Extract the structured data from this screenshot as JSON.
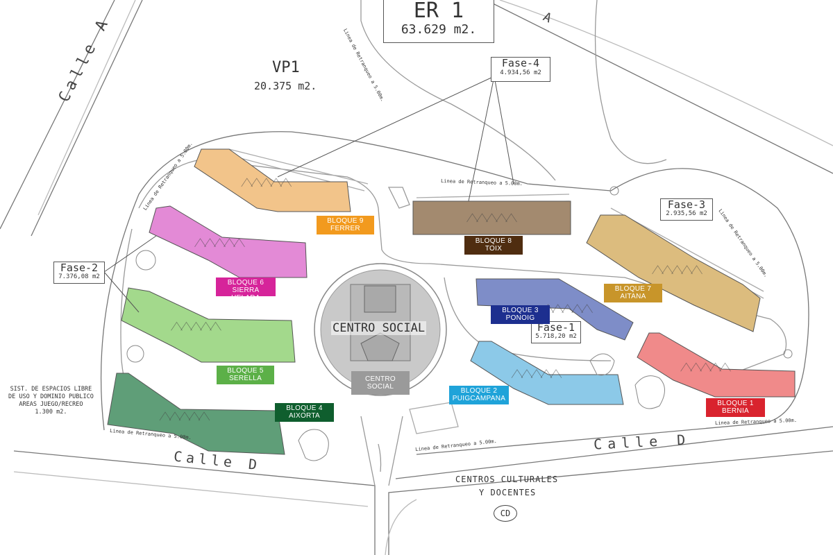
{
  "plots": {
    "er1": {
      "name": "ER 1",
      "area": "63.629 m2."
    },
    "vp1": {
      "name": "VP1",
      "area": "20.375 m2."
    },
    "cd": {
      "line1": "CENTROS CULTURALES",
      "line2": "Y DOCENTES",
      "badge": "CD"
    },
    "espacios": {
      "line1": "SIST. DE ESPACIOS LIBRE",
      "line2": "DE USO Y DOMINIO PUBLICO",
      "line3": "AREAS JUEGO/RECREO",
      "line4": "1.300 m2."
    }
  },
  "streets": {
    "calle_a_left": "Calle A",
    "calle_a_top": "A",
    "calle_d_left": "Calle D",
    "calle_d_right": "Calle D"
  },
  "setbacks": {
    "center": "Linea de Retranqueo a 5.00m.",
    "top_er": "Linea de Retranqueo a 5.00m.",
    "left_upper": "Linea de Retranqueo a 5.00m.",
    "right_upper": "Linea de Retranqueo a 5.00m.",
    "bottom_left": "Linea de Retranqueo a 5.00m.",
    "bottom_center": "Linea de Retranqueo a 5.00m.",
    "bottom_right": "Linea de Retranqueo a 5.00m."
  },
  "phases": {
    "fase1": {
      "name": "Fase-1",
      "area": "5.718,20 m2"
    },
    "fase2": {
      "name": "Fase-2",
      "area": "7.376,08 m2"
    },
    "fase3": {
      "name": "Fase-3",
      "area": "2.935,56 m2"
    },
    "fase4": {
      "name": "Fase-4",
      "area": "4.934,56 m2"
    }
  },
  "centro_social": {
    "map_text": "CENTRO SOCIAL",
    "label_line1": "CENTRO",
    "label_line2": "SOCIAL",
    "label_color": "#9a9a9a"
  },
  "blocks": {
    "b1": {
      "line1": "BLOQUE 1",
      "line2": "BERNIA",
      "color": "#d9232e",
      "fill": "#f08a8a"
    },
    "b2": {
      "line1": "BLOQUE 2",
      "line2": "PUIGCAMPANA",
      "color": "#1fa3d9",
      "fill": "#8cc9e8"
    },
    "b3": {
      "line1": "BLOQUE 3",
      "line2": "PONOIG",
      "color": "#1d2f8f",
      "fill": "#7e8dc8"
    },
    "b4": {
      "line1": "BLOQUE 4",
      "line2": "AIXORTA",
      "color": "#0f5e2e",
      "fill": "#5f9e78"
    },
    "b5": {
      "line1": "BLOQUE 5",
      "line2": "SERELLA",
      "color": "#5cb048",
      "fill": "#a3d98c"
    },
    "b6": {
      "line1": "BLOQUE 6",
      "line2": "SIERRA HELADA",
      "color": "#d6249a",
      "fill": "#e38ad6"
    },
    "b7": {
      "line1": "BLOQUE 7",
      "line2": "AITANA",
      "color": "#c8952a",
      "fill": "#dcbc7e"
    },
    "b8": {
      "line1": "BLOQUE 8",
      "line2": "TOIX",
      "color": "#4f2d10",
      "fill": "#a38a6f"
    },
    "b9": {
      "line1": "BLOQUE 9",
      "line2": "FERRER",
      "color": "#f29a1e",
      "fill": "#f2c48a"
    }
  }
}
